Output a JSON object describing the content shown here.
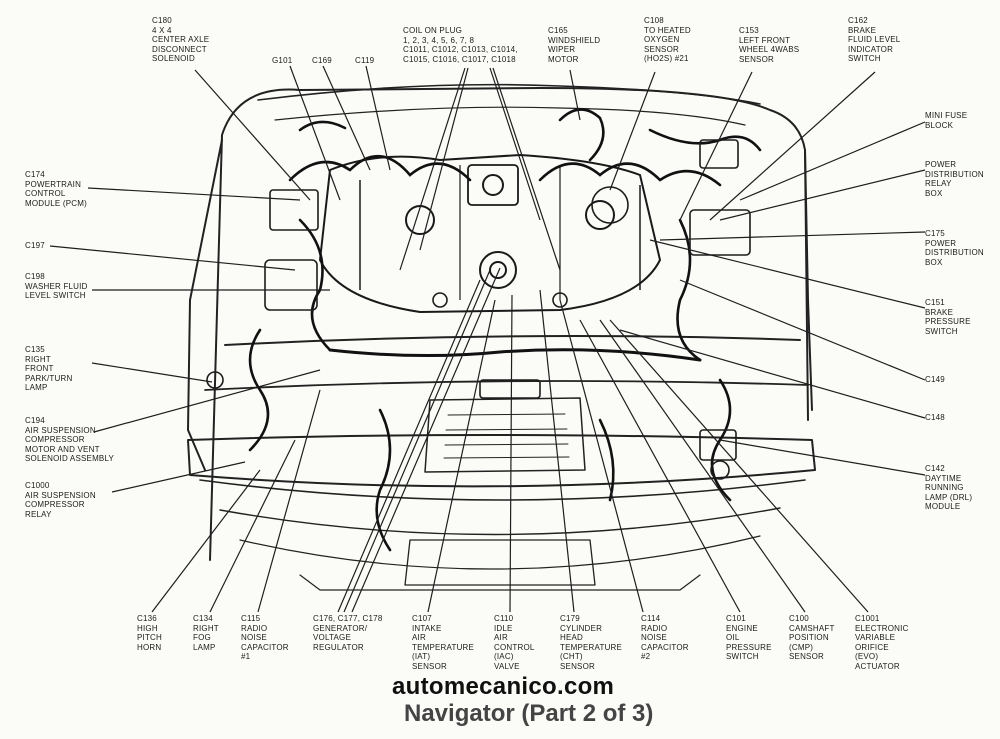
{
  "labels": {
    "c180": "C180\n4 X 4\nCENTER AXLE\nDISCONNECT\nSOLENOID",
    "g101": "G101",
    "c169": "C169",
    "c119": "C119",
    "coil": "COIL ON PLUG\n1, 2, 3, 4, 5, 6, 7, 8\nC1011, C1012, C1013, C1014,\nC1015, C1016, C1017, C1018",
    "c165": "C165\nWINDSHIELD\nWIPER\nMOTOR",
    "c108": "C108\nTO HEATED\nOXYGEN\nSENSOR\n(HO2S) #21",
    "c153": "C153\nLEFT FRONT\nWHEEL 4WABS\nSENSOR",
    "c162": "C162\nBRAKE\nFLUID LEVEL\nINDICATOR\nSWITCH",
    "minifuse": "MINI FUSE\nBLOCK",
    "pdrelay": "POWER\nDISTRIBUTION\nRELAY\nBOX",
    "c175": "C175\nPOWER\nDISTRIBUTION\nBOX",
    "c151": "C151\nBRAKE\nPRESSURE\nSWITCH",
    "c149": "C149",
    "c148": "C148",
    "c142": "C142\nDAYTIME\nRUNNING\nLAMP (DRL)\nMODULE",
    "c174": "C174\nPOWERTRAIN\nCONTROL\nMODULE (PCM)",
    "c197": "C197",
    "c198": "C198\nWASHER FLUID\nLEVEL SWITCH",
    "c135": "C135\nRIGHT\nFRONT\nPARK/TURN\nLAMP",
    "c194": "C194\nAIR SUSPENSION\nCOMPRESSOR\nMOTOR AND VENT\nSOLENOID ASSEMBLY",
    "c1000": "C1000\nAIR SUSPENSION\nCOMPRESSOR\nRELAY",
    "c136": "C136\nHIGH\nPITCH\nHORN",
    "c134": "C134\nRIGHT\nFOG\nLAMP",
    "c115": "C115\nRADIO\nNOISE\nCAPACITOR\n#1",
    "c176": "C176, C177, C178\nGENERATOR/\nVOLTAGE\nREGULATOR",
    "c107": "C107\nINTAKE\nAIR\nTEMPERATURE\n(IAT)\nSENSOR",
    "c110": "C110\nIDLE\nAIR\nCONTROL\n(IAC)\nVALVE",
    "c179": "C179\nCYLINDER\nHEAD\nTEMPERATURE\n(CHT)\nSENSOR",
    "c114": "C114\nRADIO\nNOISE\nCAPACITOR\n#2",
    "c101": "C101\nENGINE\nOIL\nPRESSURE\nSWITCH",
    "c100": "C100\nCAMSHAFT\nPOSITION\n(CMP)\nSENSOR",
    "c1001": "C1001\nELECTRONIC\nVARIABLE\nORIFICE\n(EVO)\nACTUATOR"
  },
  "watermark": "automecanico.com",
  "caption": "Navigator (Part 2 of 3)"
}
